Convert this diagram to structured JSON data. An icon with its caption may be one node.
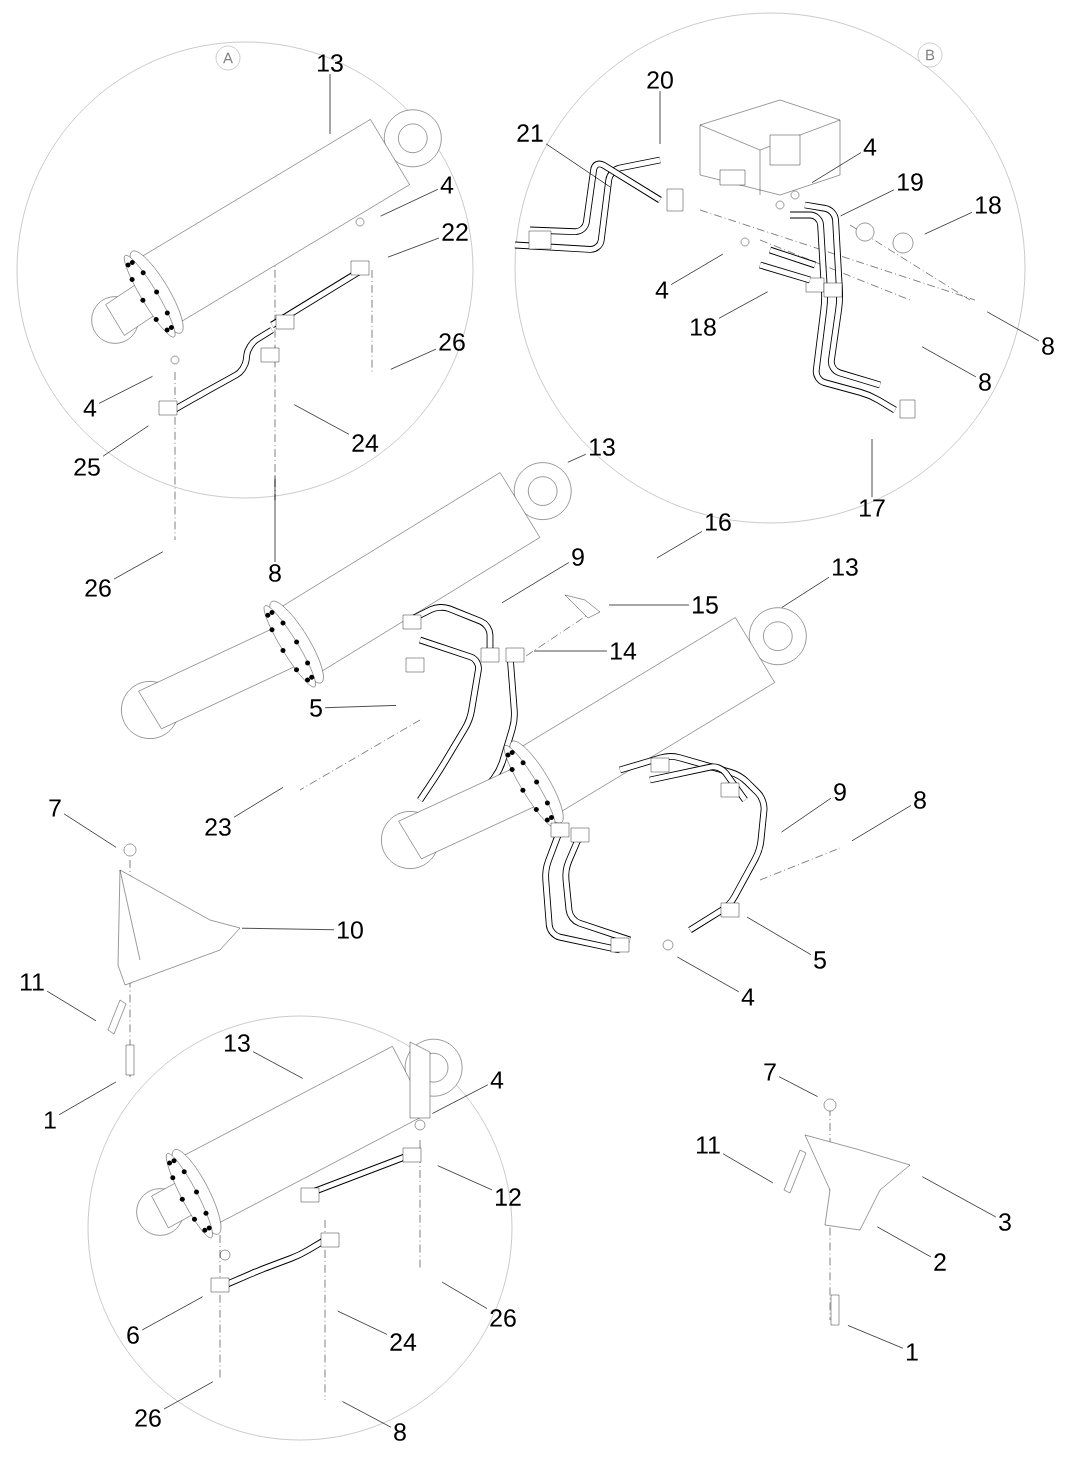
{
  "diagram": {
    "nodes": [
      {
        "text": [
          "A"
        ]
      },
      {
        "text": [
          "B"
        ]
      },
      {
        "text": [
          "13"
        ]
      },
      {
        "text": [
          "20"
        ]
      },
      {
        "text": [
          "21"
        ]
      },
      {
        "text": [
          "4"
        ]
      },
      {
        "text": [
          "19"
        ]
      },
      {
        "text": [
          "4"
        ]
      },
      {
        "text": [
          "18"
        ]
      },
      {
        "text": [
          "22"
        ]
      },
      {
        "text": [
          "4"
        ]
      },
      {
        "text": [
          "18"
        ]
      },
      {
        "text": [
          "26"
        ]
      },
      {
        "text": [
          "8"
        ]
      },
      {
        "text": [
          "8"
        ]
      },
      {
        "text": [
          "4"
        ]
      },
      {
        "text": [
          "24"
        ]
      },
      {
        "text": [
          "13"
        ]
      },
      {
        "text": [
          "25"
        ]
      },
      {
        "text": [
          "17"
        ]
      },
      {
        "text": [
          "16"
        ]
      },
      {
        "text": [
          "9"
        ]
      },
      {
        "text": [
          "13"
        ]
      },
      {
        "text": [
          "8"
        ]
      },
      {
        "text": [
          "26"
        ]
      },
      {
        "text": [
          "15"
        ]
      },
      {
        "text": [
          "14"
        ]
      },
      {
        "text": [
          "5"
        ]
      },
      {
        "text": [
          "9"
        ]
      },
      {
        "text": [
          "8"
        ]
      },
      {
        "text": [
          "7"
        ]
      },
      {
        "text": [
          "23"
        ]
      },
      {
        "text": [
          "10"
        ]
      },
      {
        "text": [
          "5"
        ]
      },
      {
        "text": [
          "11"
        ]
      },
      {
        "text": [
          "4"
        ]
      },
      {
        "text": [
          "13"
        ]
      },
      {
        "text": [
          "7"
        ]
      },
      {
        "text": [
          "4"
        ]
      },
      {
        "text": [
          "1"
        ]
      },
      {
        "text": [
          "11"
        ]
      },
      {
        "text": [
          "12"
        ]
      },
      {
        "text": [
          "3"
        ]
      },
      {
        "text": [
          "2"
        ]
      },
      {
        "text": [
          "26"
        ]
      },
      {
        "text": [
          "6"
        ]
      },
      {
        "text": [
          "24"
        ]
      },
      {
        "text": [
          "1"
        ]
      },
      {
        "text": [
          "26"
        ]
      },
      {
        "text": [
          "8"
        ]
      }
    ],
    "edges": [
      {
        "from": 2,
        "to": null,
        "arrow": "none"
      },
      {
        "from": 3,
        "to": null,
        "arrow": "none"
      },
      {
        "from": 4,
        "to": null,
        "arrow": "none"
      },
      {
        "from": 5,
        "to": null,
        "arrow": "none"
      },
      {
        "from": 6,
        "to": null,
        "arrow": "none"
      },
      {
        "from": 7,
        "to": null,
        "arrow": "none"
      },
      {
        "from": 8,
        "to": null,
        "arrow": "none"
      },
      {
        "from": 9,
        "to": null,
        "arrow": "none"
      },
      {
        "from": 10,
        "to": null,
        "arrow": "none"
      },
      {
        "from": 11,
        "to": null,
        "arrow": "none"
      },
      {
        "from": 12,
        "to": null,
        "arrow": "none"
      },
      {
        "from": 13,
        "to": null,
        "arrow": "none"
      },
      {
        "from": 14,
        "to": null,
        "arrow": "none"
      },
      {
        "from": 15,
        "to": null,
        "arrow": "none"
      },
      {
        "from": 16,
        "to": null,
        "arrow": "none"
      },
      {
        "from": 17,
        "to": null,
        "arrow": "none"
      },
      {
        "from": 18,
        "to": null,
        "arrow": "none"
      },
      {
        "from": 19,
        "to": null,
        "arrow": "none"
      },
      {
        "from": 20,
        "to": null,
        "arrow": "none"
      },
      {
        "from": 21,
        "to": null,
        "arrow": "none"
      },
      {
        "from": 22,
        "to": null,
        "arrow": "none"
      },
      {
        "from": 23,
        "to": null,
        "arrow": "none"
      },
      {
        "from": 24,
        "to": null,
        "arrow": "none"
      },
      {
        "from": 25,
        "to": null,
        "arrow": "none"
      },
      {
        "from": 26,
        "to": null,
        "arrow": "none"
      },
      {
        "from": 27,
        "to": null,
        "arrow": "none"
      },
      {
        "from": 28,
        "to": null,
        "arrow": "none"
      },
      {
        "from": 29,
        "to": null,
        "arrow": "none"
      },
      {
        "from": 30,
        "to": null,
        "arrow": "none"
      },
      {
        "from": 31,
        "to": null,
        "arrow": "none"
      },
      {
        "from": 32,
        "to": null,
        "arrow": "none"
      },
      {
        "from": 33,
        "to": null,
        "arrow": "none"
      },
      {
        "from": 34,
        "to": null,
        "arrow": "none"
      },
      {
        "from": 35,
        "to": null,
        "arrow": "none"
      },
      {
        "from": 36,
        "to": null,
        "arrow": "none"
      },
      {
        "from": 37,
        "to": null,
        "arrow": "none"
      },
      {
        "from": 38,
        "to": null,
        "arrow": "none"
      },
      {
        "from": 39,
        "to": null,
        "arrow": "none"
      },
      {
        "from": 40,
        "to": null,
        "arrow": "none"
      },
      {
        "from": 41,
        "to": null,
        "arrow": "none"
      },
      {
        "from": 42,
        "to": null,
        "arrow": "none"
      },
      {
        "from": 43,
        "to": null,
        "arrow": "none"
      },
      {
        "from": 44,
        "to": null,
        "arrow": "none"
      },
      {
        "from": 45,
        "to": null,
        "arrow": "none"
      },
      {
        "from": 46,
        "to": null,
        "arrow": "none"
      },
      {
        "from": 47,
        "to": null,
        "arrow": "none"
      },
      {
        "from": 48,
        "to": null,
        "arrow": "none"
      },
      {
        "from": 49,
        "to": null,
        "arrow": "none"
      }
    ]
  }
}
